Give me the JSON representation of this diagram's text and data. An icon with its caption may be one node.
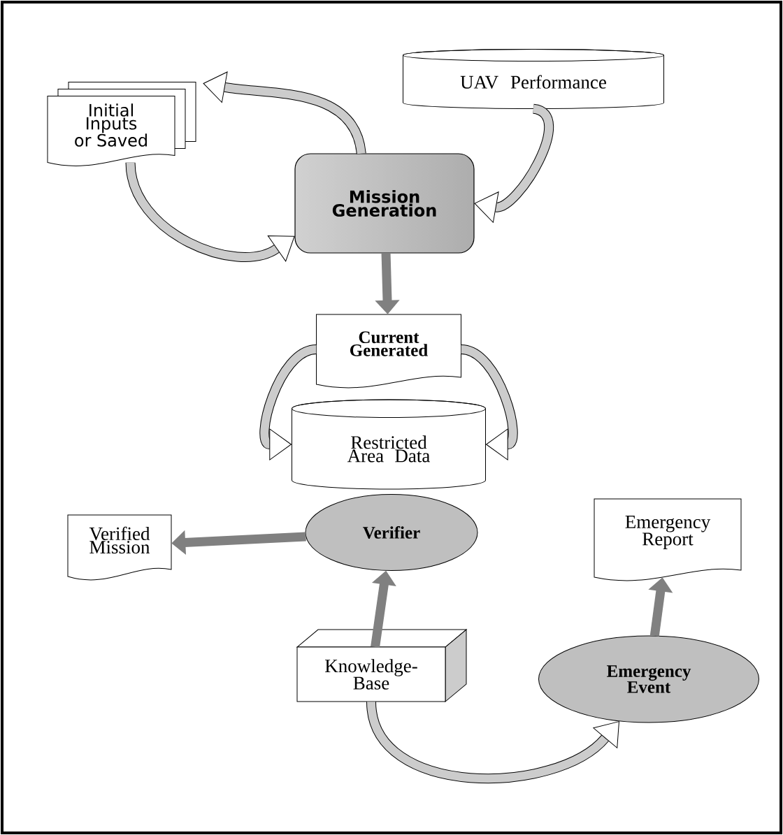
{
  "diagram": {
    "nodes": [
      {
        "text": [
          "Initial Inputs or Saved"
        ]
      },
      {
        "text": [
          "UAV Performance"
        ]
      },
      {
        "text": [
          "Mission Generation"
        ]
      },
      {
        "text": [
          "Current Generated"
        ]
      },
      {
        "text": [
          "Restricted Area Data"
        ]
      },
      {
        "text": [
          "Verifier"
        ]
      },
      {
        "text": [
          "Verified Mission"
        ]
      },
      {
        "text": [
          "Emergency Report"
        ]
      },
      {
        "text": [
          "Knowledge-Base"
        ]
      },
      {
        "text": [
          "Emergency Event"
        ]
      }
    ],
    "edges": [
      {
        "from": 2,
        "to": 0,
        "arrow": "to"
      },
      {
        "from": 0,
        "to": 2,
        "arrow": "to"
      },
      {
        "from": 1,
        "to": 2,
        "arrow": "to"
      },
      {
        "from": 2,
        "to": 3,
        "arrow": "to",
        "color": "#808080"
      },
      {
        "from": 3,
        "to": 4,
        "arrow": "to"
      },
      {
        "from": 3,
        "to": 4,
        "arrow": "to"
      },
      {
        "from": 5,
        "to": 6,
        "arrow": "to",
        "color": "#808080"
      },
      {
        "from": 8,
        "to": 5,
        "arrow": "to",
        "color": "#808080"
      },
      {
        "from": 9,
        "to": 7,
        "arrow": "to",
        "color": "#808080"
      },
      {
        "from": 8,
        "to": 9,
        "arrow": "to"
      }
    ]
  }
}
